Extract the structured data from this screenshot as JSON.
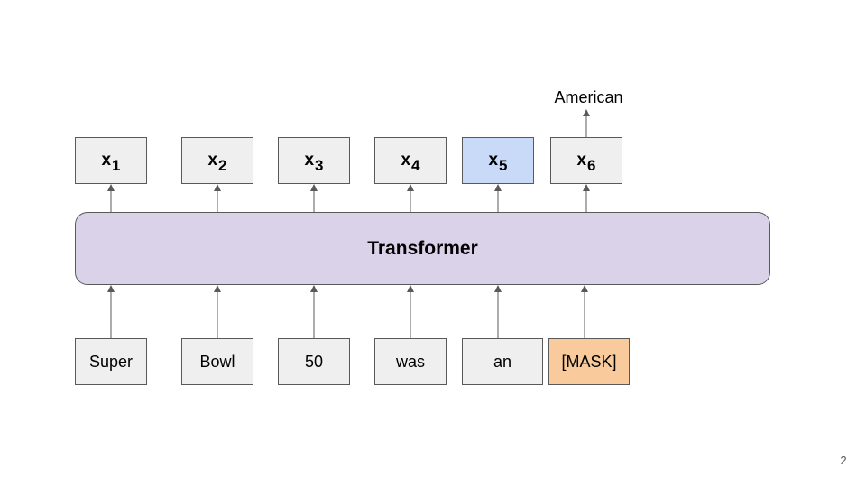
{
  "diagram": {
    "model_label": "Transformer",
    "outputs": [
      {
        "base": "x",
        "sub": "1"
      },
      {
        "base": "x",
        "sub": "2"
      },
      {
        "base": "x",
        "sub": "3"
      },
      {
        "base": "x",
        "sub": "4"
      },
      {
        "base": "x",
        "sub": "5"
      },
      {
        "base": "x",
        "sub": "6"
      }
    ],
    "inputs": [
      "Super",
      "Bowl",
      "50",
      "was",
      "an",
      "[MASK]"
    ],
    "prediction": "American",
    "highlighted_output_index": 5,
    "masked_input_index": 6
  },
  "colors": {
    "output_box": "#efefef",
    "highlight_output": "#c9daf8",
    "transformer_fill": "#d9d2e9",
    "mask_fill": "#f9cb9c",
    "input_box": "#efefef",
    "stroke": "#595959"
  },
  "page_number": "2"
}
